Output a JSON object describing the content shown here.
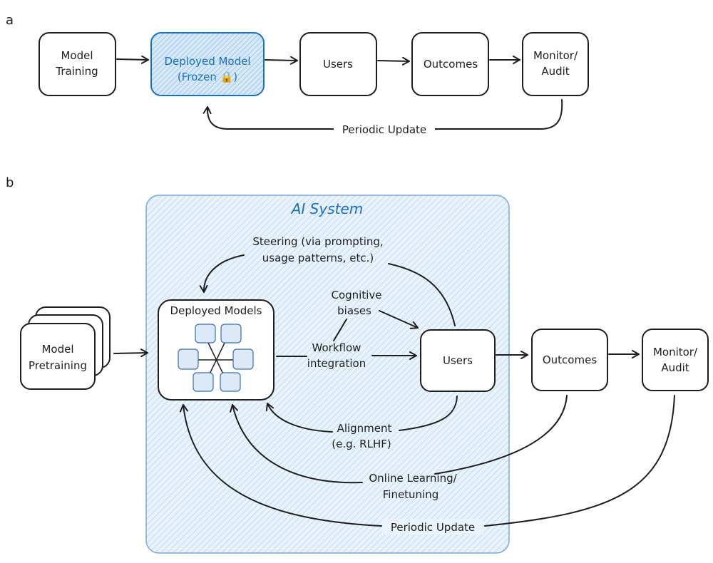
{
  "panel_a": {
    "label": "a",
    "boxes": {
      "model_training": [
        "Model",
        "Training"
      ],
      "deployed_model": [
        "Deployed Model",
        "(Frozen 🔒)"
      ],
      "users": "Users",
      "outcomes": "Outcomes",
      "monitor": [
        "Monitor/",
        "Audit"
      ]
    },
    "periodic_update": "Periodic Update"
  },
  "panel_b": {
    "label": "b",
    "ai_system_title": "AI System",
    "model_pretraining": [
      "Model",
      "Pretraining"
    ],
    "deployed_models": "Deployed Models",
    "users": "Users",
    "outcomes": "Outcomes",
    "monitor": [
      "Monitor/",
      "Audit"
    ],
    "steering": [
      "Steering (via prompting,",
      "usage patterns, etc.)"
    ],
    "cognitive_biases": [
      "Cognitive",
      "biases"
    ],
    "workflow_integration": [
      "Workflow",
      "integration"
    ],
    "alignment": [
      "Alignment",
      "(e.g. RLHF)"
    ],
    "online_learning": [
      "Online Learning/",
      "Finetuning"
    ],
    "periodic_update": "Periodic Update"
  },
  "colors": {
    "ink": "#1e1e1e",
    "accent_blue": "#1971c2",
    "fill_blue": "#dbe9f8",
    "panel_fill": "#e7f1fb"
  }
}
